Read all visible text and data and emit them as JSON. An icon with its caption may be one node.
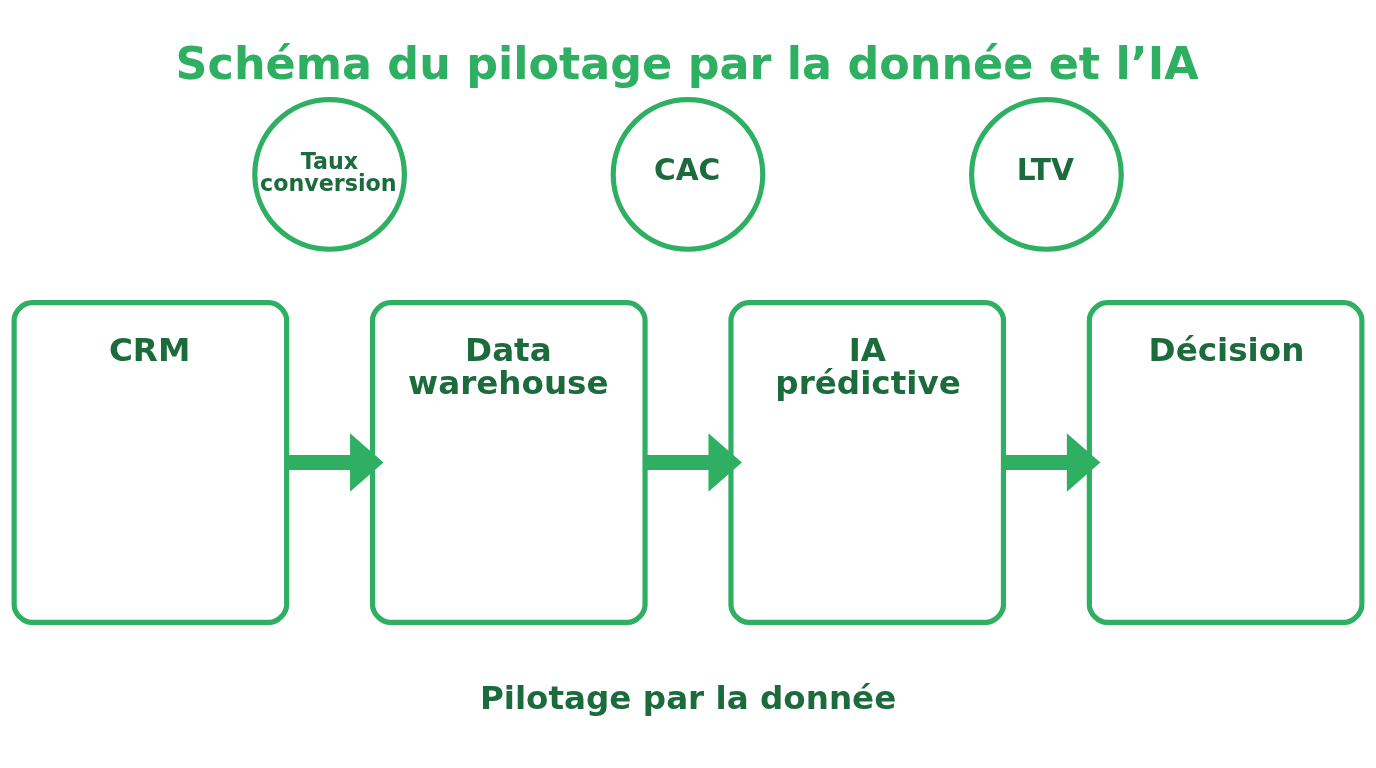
{
  "diagram": {
    "title": "Schéma du pilotage par la donnée et l’IA",
    "nodes": [
      {
        "text": [
          "Taux conversion"
        ]
      },
      {
        "text": [
          "CAC"
        ]
      },
      {
        "text": [
          "LTV"
        ]
      },
      {
        "text": [
          "CRM"
        ]
      },
      {
        "text": [
          "Data warehouse"
        ]
      },
      {
        "text": [
          "IA prédictive"
        ]
      },
      {
        "text": [
          "Décision"
        ]
      }
    ],
    "edges": [
      {
        "from": 3,
        "to": 4,
        "arrow": "to"
      },
      {
        "from": 4,
        "to": 5,
        "arrow": "to"
      },
      {
        "from": 5,
        "to": 6,
        "arrow": "to"
      }
    ],
    "labels": [
      "Pilotage par la donnée"
    ]
  }
}
